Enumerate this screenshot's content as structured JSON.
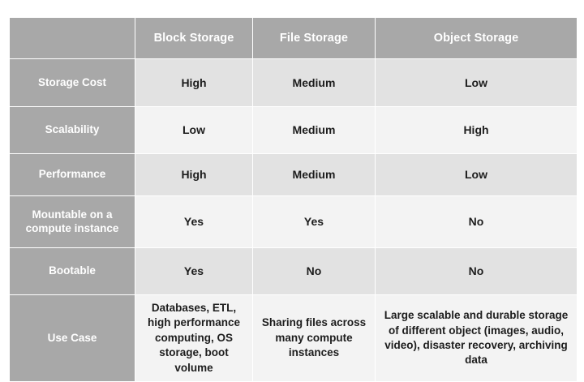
{
  "table": {
    "columns": [
      {
        "key": "attribute",
        "label": ""
      },
      {
        "key": "block",
        "label": "Block Storage"
      },
      {
        "key": "file",
        "label": "File Storage"
      },
      {
        "key": "object",
        "label": "Object Storage"
      }
    ],
    "rows": [
      {
        "label": "Storage Cost",
        "block": "High",
        "file": "Medium",
        "object": "Low"
      },
      {
        "label": "Scalability",
        "block": "Low",
        "file": "Medium",
        "object": "High"
      },
      {
        "label": "Performance",
        "block": "High",
        "file": "Medium",
        "object": "Low"
      },
      {
        "label": "Mountable on a compute instance",
        "block": "Yes",
        "file": "Yes",
        "object": "No"
      },
      {
        "label": "Bootable",
        "block": "Yes",
        "file": "No",
        "object": "No"
      },
      {
        "label": "Use Case",
        "block": "Databases, ETL, high performance computing, OS storage, boot volume",
        "file": "Sharing files across many compute instances",
        "object": "Large scalable and durable storage of different object (images, audio, video), disaster recovery, archiving data"
      }
    ]
  },
  "colors": {
    "header_bg": "#a8a8a8",
    "row_label_bg": "#a8a8a8",
    "band_a_bg": "#e2e2e2",
    "band_b_bg": "#f3f3f3",
    "page_bg": "#ffffff",
    "header_text": "#ffffff",
    "data_text": "#1d1d1d"
  }
}
